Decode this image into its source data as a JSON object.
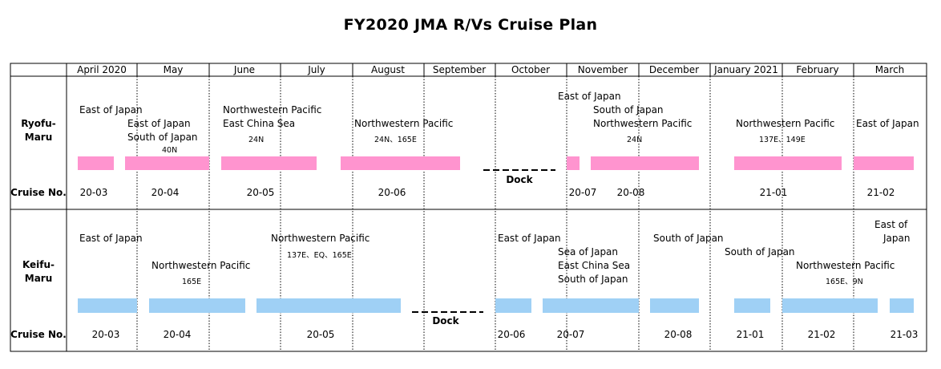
{
  "title": "FY2020 JMA R/Vs Cruise Plan",
  "months": [
    "April 2020",
    "May",
    "June",
    "July",
    "August",
    "September",
    "October",
    "November",
    "December",
    "January 2021",
    "February",
    "March"
  ],
  "colors": {
    "ryofu": "#ff94cf",
    "keifu": "#9fd0f5"
  },
  "ryofu": {
    "label_line1": "Ryofu-",
    "label_line2": "Maru",
    "cruise_label": "Cruise No.",
    "notes": [
      {
        "id": "r1",
        "text": "East of Japan"
      },
      {
        "id": "r2",
        "text": "East of Japan"
      },
      {
        "id": "r3",
        "text": "South of Japan"
      },
      {
        "id": "r4",
        "text": "40N",
        "small": true
      },
      {
        "id": "r5",
        "text": "Northwestern Pacific"
      },
      {
        "id": "r6",
        "text": "East China Sea"
      },
      {
        "id": "r7",
        "text": "24N",
        "small": true
      },
      {
        "id": "r8",
        "text": "Northwestern Pacific"
      },
      {
        "id": "r9",
        "text": "24N、165E",
        "small": true
      },
      {
        "id": "r10",
        "text": "East of Japan"
      },
      {
        "id": "r11",
        "text": "South of Japan"
      },
      {
        "id": "r12",
        "text": "Northwestern Pacific"
      },
      {
        "id": "r13",
        "text": "24N",
        "small": true
      },
      {
        "id": "r14",
        "text": "Northwestern Pacific"
      },
      {
        "id": "r15",
        "text": "137E、149E",
        "small": true
      },
      {
        "id": "r16",
        "text": "East of Japan"
      }
    ],
    "cruises": [
      "20-03",
      "20-04",
      "20-05",
      "20-06",
      "20-07",
      "20-08",
      "21-01",
      "21-02"
    ],
    "dock": "Dock"
  },
  "keifu": {
    "label_line1": "Keifu-",
    "label_line2": "Maru",
    "cruise_label": "Cruise No.",
    "notes": [
      {
        "id": "k1",
        "text": "East of Japan"
      },
      {
        "id": "k2",
        "text": "Northwestern Pacific"
      },
      {
        "id": "k3",
        "text": "165E",
        "small": true
      },
      {
        "id": "k4",
        "text": "Northwestern Pacific"
      },
      {
        "id": "k5",
        "text": "137E、EQ、165E",
        "small": true
      },
      {
        "id": "k6",
        "text": "East of Japan"
      },
      {
        "id": "k7",
        "text": "Sea of Japan"
      },
      {
        "id": "k8",
        "text": "East China Sea"
      },
      {
        "id": "k9",
        "text": "South of Japan"
      },
      {
        "id": "k10",
        "text": "South of Japan"
      },
      {
        "id": "k11",
        "text": "South of Japan"
      },
      {
        "id": "k12",
        "text": "East of"
      },
      {
        "id": "k13",
        "text": "Japan"
      },
      {
        "id": "k14",
        "text": "Northwestern Pacific"
      },
      {
        "id": "k15",
        "text": "165E、9N",
        "small": true
      }
    ],
    "cruises": [
      "20-03",
      "20-04",
      "20-05",
      "20-06",
      "20-07",
      "20-08",
      "21-01",
      "21-02",
      "21-03"
    ],
    "dock": "Dock"
  }
}
